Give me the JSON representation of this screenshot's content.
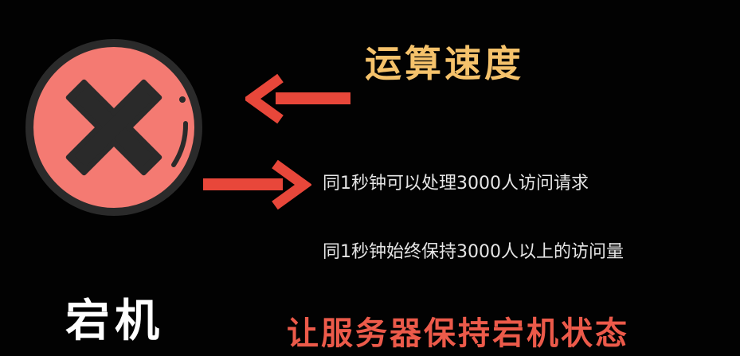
{
  "title": "运算速度",
  "line1": "同1秒钟可以处理3000人访问请求",
  "line2": "同1秒钟始终保持3000人以上的访问量",
  "crash_label": "宕机",
  "goal": "让服务器保持宕机状态",
  "colors": {
    "background": "#020202",
    "circle_fill": "#f47a72",
    "circle_stroke": "#2a2a2a",
    "arrow": "#e8473a",
    "title": "#f5c26b",
    "goal": "#ec5a4a",
    "text": "#e6e6e6"
  },
  "icons": {
    "big_icon": "error-x-circle-icon",
    "arrow_left": "arrow-left-icon",
    "arrow_right": "arrow-right-icon"
  }
}
